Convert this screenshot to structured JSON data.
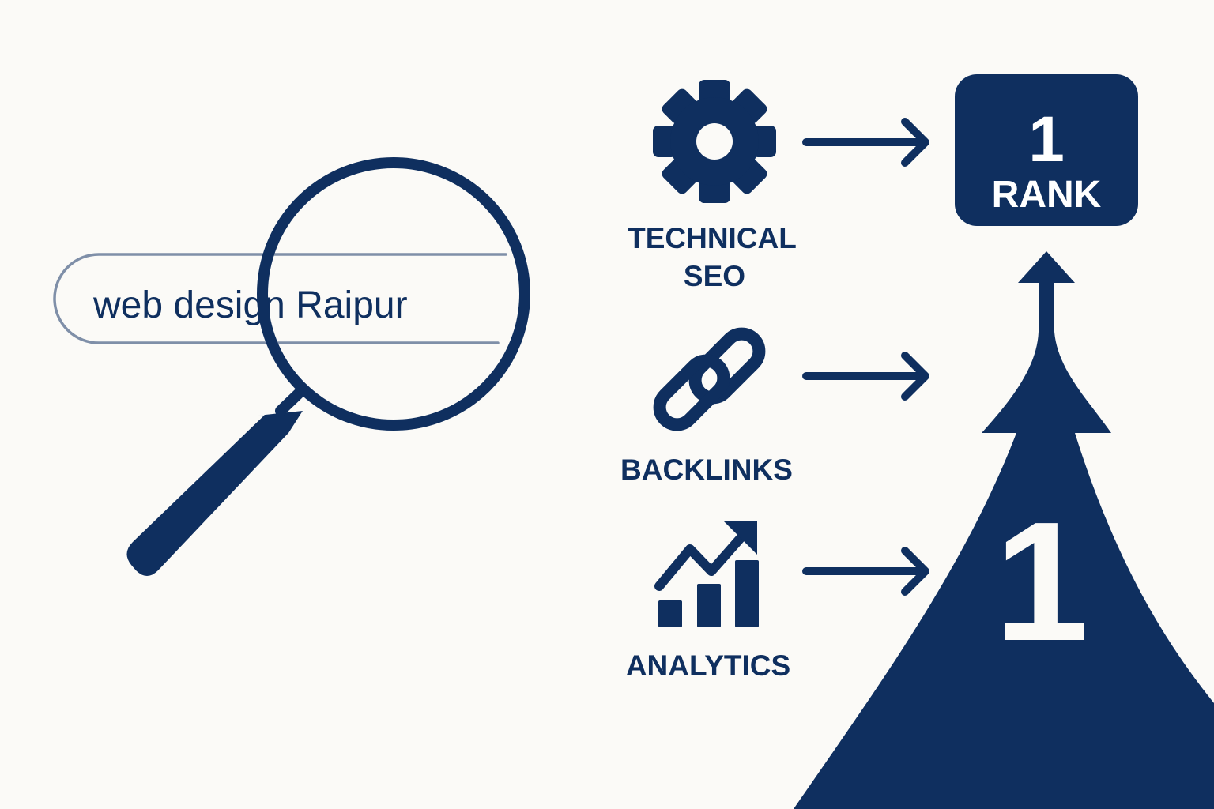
{
  "search": {
    "query": "web design Raipur"
  },
  "factors": [
    {
      "label_line1": "TECHNICAL",
      "label_line2": "SEO",
      "icon": "gear-icon"
    },
    {
      "label_line1": "BACKLINKS",
      "label_line2": "",
      "icon": "link-chain-icon"
    },
    {
      "label_line1": "ANALYTICS",
      "label_line2": "",
      "icon": "growth-chart-icon"
    }
  ],
  "rank_badge": {
    "number": "1",
    "label": "RANK"
  },
  "summit": {
    "number": "1"
  },
  "colors": {
    "navy": "#0f2f5f",
    "background": "#fbfaf7",
    "search_outline": "#7f8fa8",
    "white": "#ffffff"
  }
}
